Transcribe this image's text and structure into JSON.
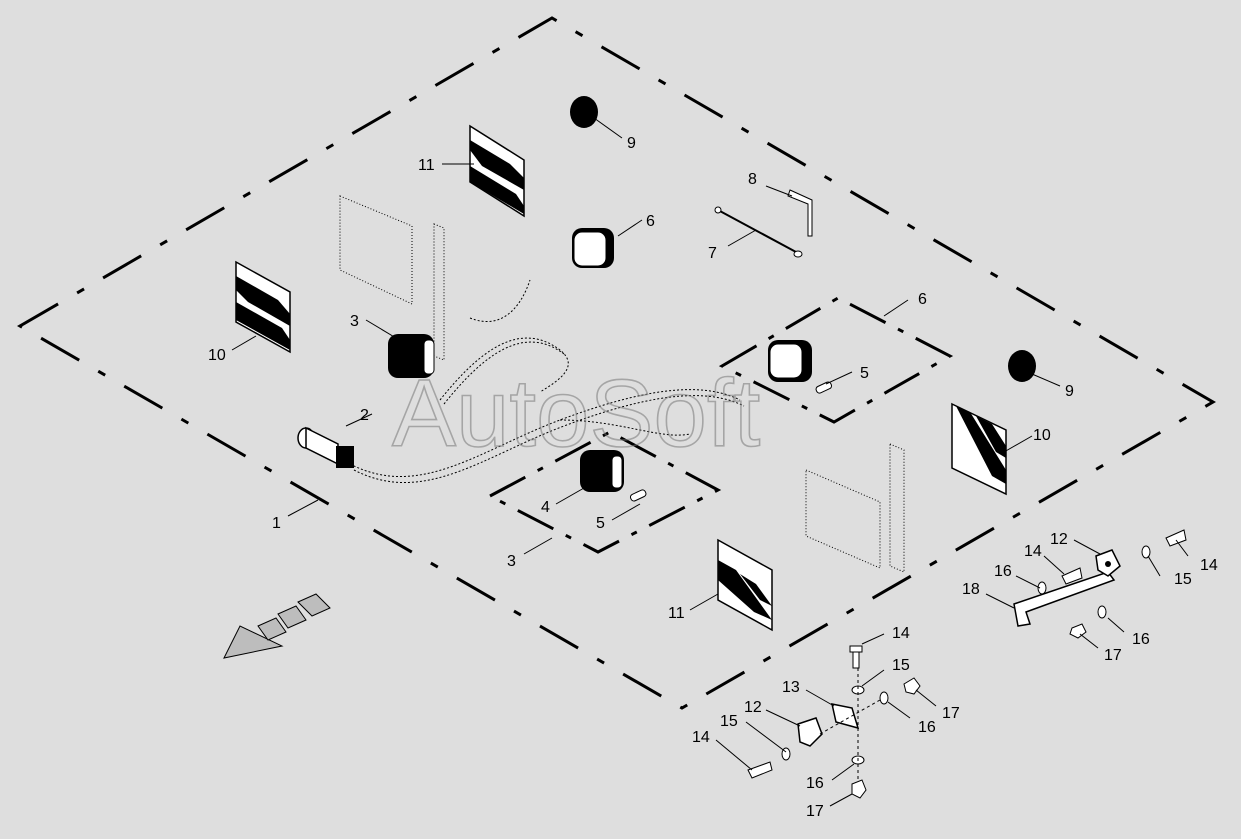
{
  "watermark": "AutoSoft",
  "callouts": [
    {
      "label": "1"
    },
    {
      "label": "2"
    },
    {
      "label": "3"
    },
    {
      "label": "3"
    },
    {
      "label": "4"
    },
    {
      "label": "5"
    },
    {
      "label": "5"
    },
    {
      "label": "6"
    },
    {
      "label": "6"
    },
    {
      "label": "7"
    },
    {
      "label": "8"
    },
    {
      "label": "9"
    },
    {
      "label": "9"
    },
    {
      "label": "10"
    },
    {
      "label": "10"
    },
    {
      "label": "11"
    },
    {
      "label": "11"
    },
    {
      "label": "12"
    },
    {
      "label": "12"
    },
    {
      "label": "13"
    },
    {
      "label": "14"
    },
    {
      "label": "14"
    },
    {
      "label": "14"
    },
    {
      "label": "14"
    },
    {
      "label": "15"
    },
    {
      "label": "15"
    },
    {
      "label": "15"
    },
    {
      "label": "16"
    },
    {
      "label": "16"
    },
    {
      "label": "16"
    },
    {
      "label": "16"
    },
    {
      "label": "17"
    },
    {
      "label": "17"
    },
    {
      "label": "17"
    },
    {
      "label": "18"
    }
  ],
  "colors": {
    "background": "#dedede",
    "line": "#000000",
    "arrow_fill": "#bdbdbd"
  }
}
